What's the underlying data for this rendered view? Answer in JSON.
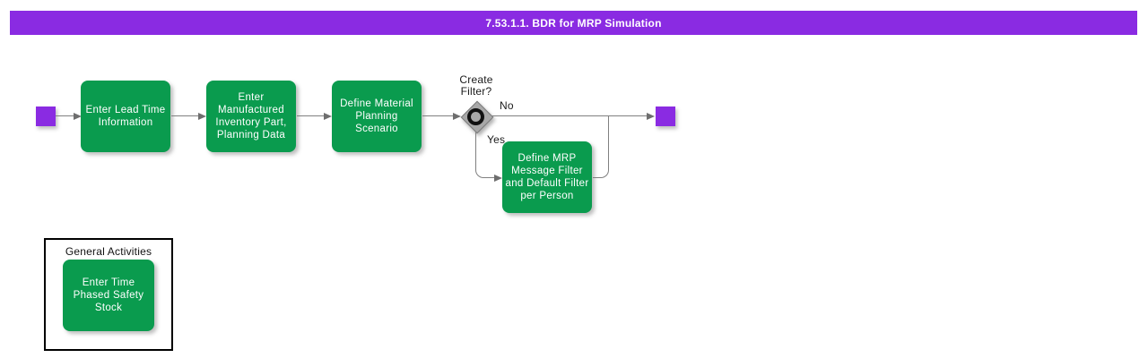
{
  "title_bar": {
    "text": "7.53.1.1. BDR for MRP Simulation"
  },
  "flow": {
    "steps": [
      {
        "label": "Enter Lead Time\nInformation"
      },
      {
        "label": "Enter\nManufactured\nInventory Part,\nPlanning Data"
      },
      {
        "label": "Define Material\nPlanning\nScenario"
      }
    ],
    "decision": {
      "label": "Create\nFilter?",
      "no_label": "No",
      "yes_label": "Yes"
    },
    "yes_step": {
      "label": "Define MRP\nMessage Filter\nand Default Filter\nper Person"
    }
  },
  "general_activities": {
    "title": "General Activities",
    "steps": [
      {
        "label": "Enter Time\nPhased Safety\nStock"
      }
    ]
  },
  "colors": {
    "title_bar_bg": "#8a2be2",
    "activity_green": "#0a9b4e",
    "node_purple": "#8a2be2",
    "connector_gray": "#808080",
    "decision_gray": "#a8a8a8"
  }
}
